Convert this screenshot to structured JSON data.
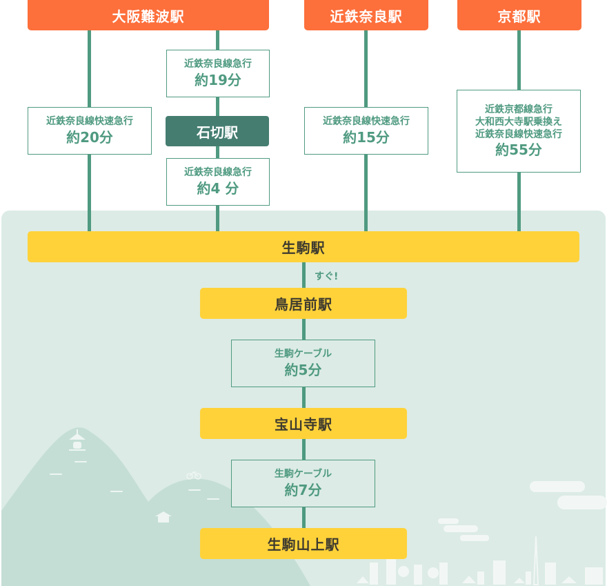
{
  "origins": [
    {
      "name": "大阪難波駅"
    },
    {
      "name": "近鉄奈良駅"
    },
    {
      "name": "京都駅"
    }
  ],
  "routes": {
    "namba_direct": {
      "line": "近鉄奈良線快速急行",
      "time": "約20分"
    },
    "namba_to_ishikiri": {
      "line": "近鉄奈良線急行",
      "time": "約19分"
    },
    "ishikiri_station": "石切駅",
    "ishikiri_to_ikoma": {
      "line": "近鉄奈良線急行",
      "time": "約4 分"
    },
    "nara": {
      "line": "近鉄奈良線快速急行",
      "time": "約15分"
    },
    "kyoto": {
      "lines": [
        "近鉄京都線急行",
        "大和西大寺駅乗換え",
        "近鉄奈良線快速急行"
      ],
      "time": "約55分"
    }
  },
  "hub": {
    "name": "生駒駅"
  },
  "walk_note": "すぐ!",
  "cable_stations": [
    {
      "name": "鳥居前駅"
    },
    {
      "name": "宝山寺駅"
    },
    {
      "name": "生駒山上駅"
    }
  ],
  "cable_segments": [
    {
      "line": "生駒ケーブル",
      "time": "約5分"
    },
    {
      "line": "生駒ケーブル",
      "time": "約7分"
    }
  ],
  "illustration_icons": [
    "merry-go-round-icon",
    "bicycle-icon",
    "shrine-icon",
    "tower-icon"
  ],
  "colors": {
    "origin": "#fd6f3b",
    "line": "#4f9a80",
    "hub": "#ffd23a",
    "ishikiri": "#457d71",
    "background": "#dcebe5",
    "mountain": "#c4ded5"
  }
}
